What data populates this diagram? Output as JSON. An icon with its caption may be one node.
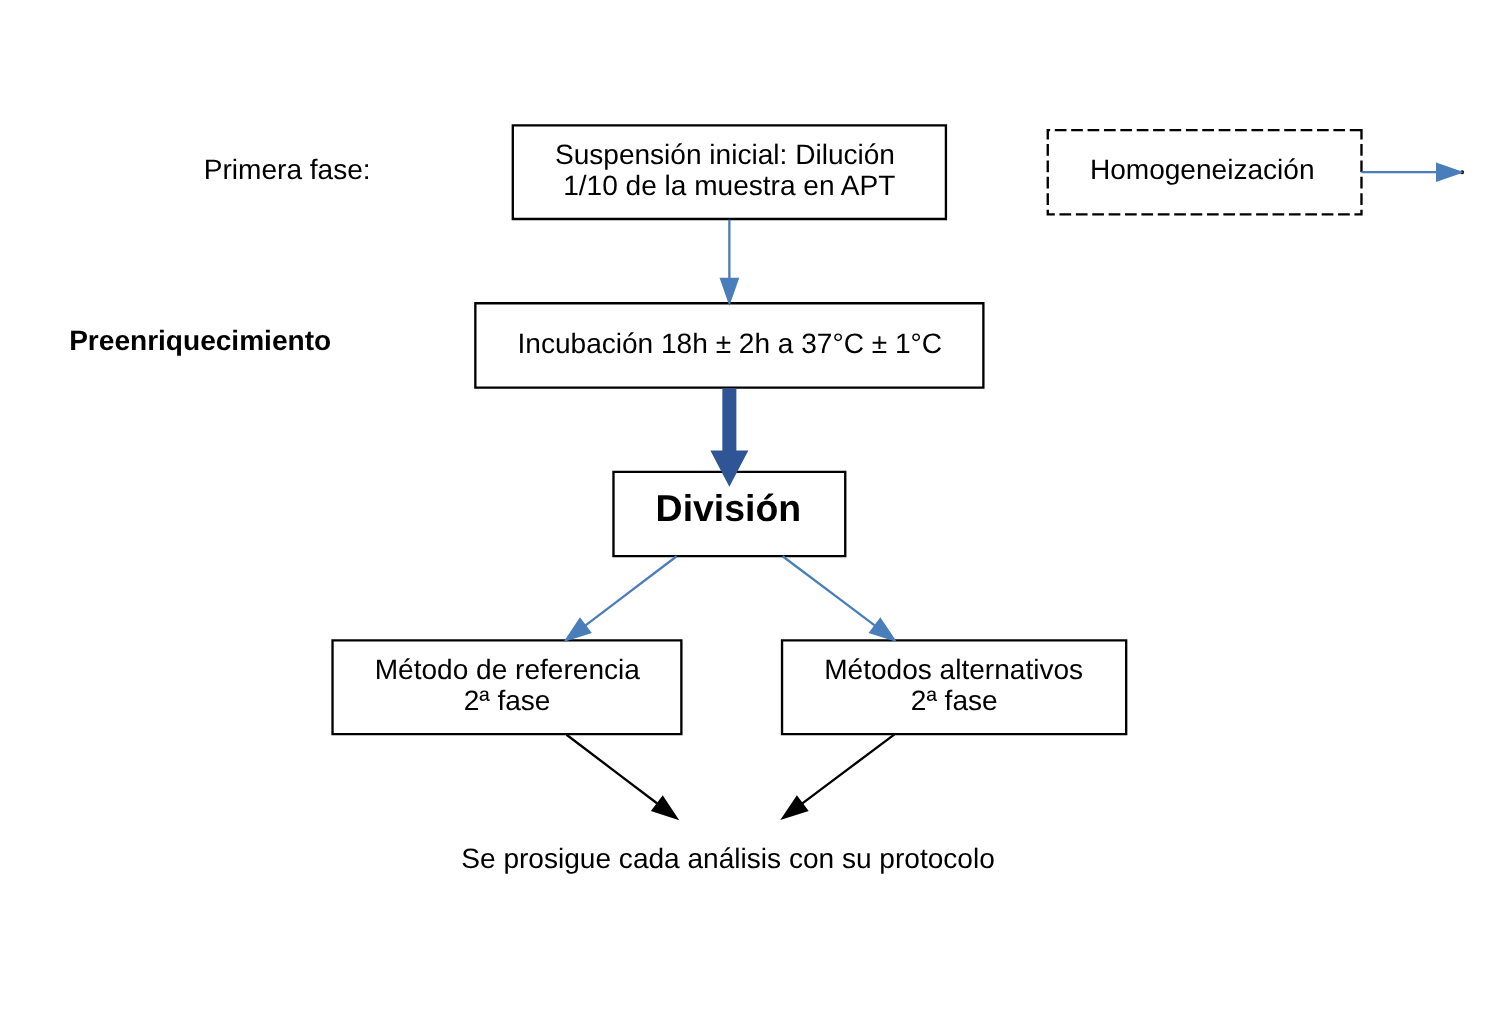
{
  "diagram": {
    "nodes": [
      {
        "text": [
          "Suspensión inicial: Dilución 1/10 de la muestra en APT"
        ]
      },
      {
        "text": [
          "Homogeneización"
        ]
      },
      {
        "text": [
          "Incubación 18h ± 2h a 37°C ± 1°C"
        ]
      },
      {
        "text": [
          "División"
        ]
      },
      {
        "text": [
          "Método de referencia 2ª fase"
        ]
      },
      {
        "text": [
          "Métodos alternativos 2ª fase"
        ]
      },
      {
        "text": [
          "Se prosigue cada análisis con su protocolo"
        ]
      }
    ],
    "edges": [
      {
        "from": 0,
        "to": 2,
        "arrow": "to",
        "color": "#4a7ebb"
      },
      {
        "from": 1,
        "to": null,
        "arrow": "to",
        "color": "#4a7ebb"
      },
      {
        "from": 2,
        "to": 3,
        "arrow": "to",
        "style": "thick",
        "color": "#2f5597"
      },
      {
        "from": 3,
        "to": 4,
        "arrow": "to",
        "color": "#4a7ebb"
      },
      {
        "from": 3,
        "to": 5,
        "arrow": "to",
        "color": "#4a7ebb"
      },
      {
        "from": 4,
        "to": 6,
        "arrow": "to",
        "color": "#000000"
      },
      {
        "from": 5,
        "to": 6,
        "arrow": "to",
        "color": "#000000"
      }
    ],
    "labels": [
      "Primera fase:",
      "Preenriquecimiento"
    ]
  }
}
